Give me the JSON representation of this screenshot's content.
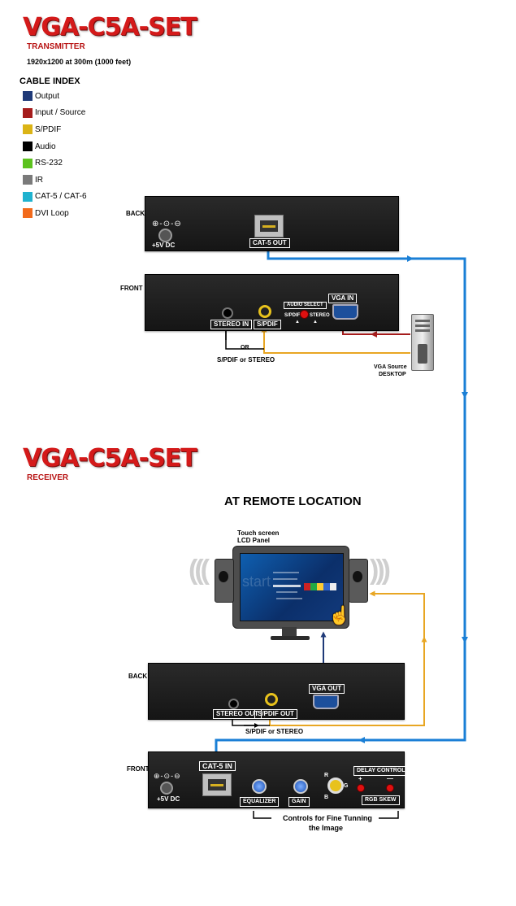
{
  "transmitter": {
    "title": "VGA-C5A-SET",
    "subtitle": "TRANSMITTER",
    "resolution": "1920x1200 at 300m (1000 feet)",
    "back": {
      "label": "BACK",
      "power_label": "+5V DC",
      "cat5_out": "CAT-5 OUT"
    },
    "front": {
      "label": "FRONT",
      "stereo_in": "STEREO IN",
      "spdif": "S/PDIF",
      "audio_select": "AUDIO SELECT",
      "audio_select_spdif": "S/PDIF",
      "audio_select_stereo": "STEREO",
      "vga_in": "VGA IN",
      "or_label": "OR",
      "spdif_or_stereo": "S/PDIF or STEREO",
      "vga_source": "VGA Source",
      "desktop": "DESKTOP"
    }
  },
  "cable_index": {
    "title": "CABLE INDEX",
    "items": [
      {
        "label": "Output",
        "color": "#1f3a78"
      },
      {
        "label": "Input / Source",
        "color": "#a51c1c"
      },
      {
        "label": "S/PDIF",
        "color": "#dbb416"
      },
      {
        "label": "Audio",
        "color": "#000000"
      },
      {
        "label": "RS-232",
        "color": "#5cc21e"
      },
      {
        "label": "IR",
        "color": "#7a7a7a"
      },
      {
        "label": "CAT-5 / CAT-6",
        "color": "#1fb2cf"
      },
      {
        "label": "DVI Loop",
        "color": "#f26a1b"
      }
    ]
  },
  "receiver": {
    "title": "VGA-C5A-SET",
    "subtitle": "RECEIVER",
    "remote_heading": "AT REMOTE LOCATION",
    "lcd_label_line1": "Touch screen",
    "lcd_label_line2": "LCD Panel",
    "back": {
      "label": "BACK",
      "stereo_out": "STEREO OUT",
      "spdif_out": "S/PDIF OUT",
      "vga_out": "VGA OUT",
      "spdif_or_stereo": "S/PDIF or STEREO"
    },
    "front": {
      "label": "FRONT",
      "power_label": "+5V DC",
      "cat5_in": "CAT-5 IN",
      "equalizer": "EQUALIZER",
      "gain": "GAIN",
      "delay_control": "DELAY CONTROL",
      "plus": "+",
      "minus": "—",
      "rgb_skew": "RGB SKEW",
      "r": "R",
      "g": "G",
      "b": "B",
      "controls_line1": "Controls for Fine Tunning",
      "controls_line2": "the Image"
    }
  },
  "colors": {
    "cat5": "#1a7fd6",
    "input": "#a51c1c",
    "spdif": "#e8a623",
    "title_red": "#d41a1a"
  }
}
